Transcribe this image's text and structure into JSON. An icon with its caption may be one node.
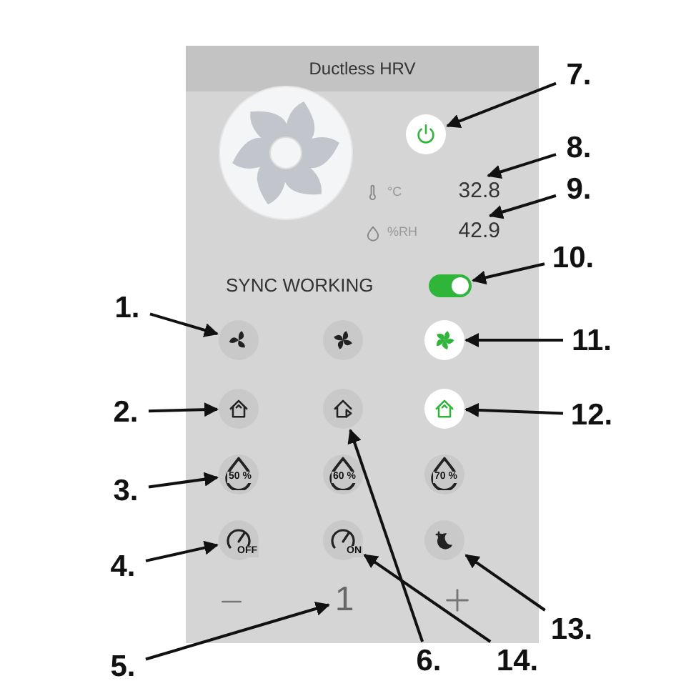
{
  "diagram": {
    "nodes": [
      {
        "text": [
          "Ductless HRV"
        ]
      },
      {
        "text": [],
        "shape": "picture",
        "in": 0
      },
      {
        "text": [],
        "shape": "circle",
        "in": 0
      },
      {
        "text": [
          "°C",
          "32.8"
        ],
        "in": 0
      },
      {
        "text": [
          "%RH",
          "42.9"
        ],
        "in": 0
      },
      {
        "text": [],
        "shape": "toggle",
        "in": 0
      },
      {
        "text": [],
        "shape": "circle",
        "in": 0
      },
      {
        "text": [],
        "shape": "circle",
        "in": 0
      },
      {
        "text": [],
        "shape": "circle",
        "in": 0
      },
      {
        "text": [],
        "shape": "circle",
        "in": 0
      },
      {
        "text": [],
        "shape": "circle",
        "in": 0
      },
      {
        "text": [],
        "shape": "circle",
        "in": 0
      },
      {
        "text": [
          "50 %"
        ],
        "in": 0
      },
      {
        "text": [
          "60 %"
        ],
        "in": 0
      },
      {
        "text": [
          "70 %"
        ],
        "in": 0
      },
      {
        "text": [
          "OFF"
        ],
        "in": 0
      },
      {
        "text": [
          "ON"
        ],
        "in": 0
      },
      {
        "text": [],
        "shape": "circle",
        "in": 0
      },
      {
        "text": [
          "1"
        ],
        "in": 0
      },
      {
        "text": [
          "1."
        ]
      },
      {
        "text": [
          "2."
        ]
      },
      {
        "text": [
          "3."
        ]
      },
      {
        "text": [
          "4."
        ]
      },
      {
        "text": [
          "5."
        ]
      },
      {
        "text": [
          "6."
        ]
      },
      {
        "text": [
          "7."
        ]
      },
      {
        "text": [
          "8."
        ]
      },
      {
        "text": [
          "9."
        ]
      },
      {
        "text": [
          "10."
        ]
      },
      {
        "text": [
          "11."
        ]
      },
      {
        "text": [
          "12."
        ]
      },
      {
        "text": [
          "13."
        ]
      },
      {
        "text": [
          "14."
        ]
      }
    ],
    "edges": [
      {
        "from": 19,
        "to": 6,
        "arrow": "to"
      },
      {
        "from": 20,
        "to": 9,
        "arrow": "to"
      },
      {
        "from": 21,
        "to": 12,
        "arrow": "to"
      },
      {
        "from": 22,
        "to": 15,
        "arrow": "to"
      },
      {
        "from": 23,
        "to": 18,
        "arrow": "to"
      },
      {
        "from": 24,
        "to": 10,
        "arrow": "to"
      },
      {
        "from": 25,
        "to": 2,
        "arrow": "to"
      },
      {
        "from": 26,
        "to": 3,
        "arrow": "to"
      },
      {
        "from": 27,
        "to": 4,
        "arrow": "to"
      },
      {
        "from": 28,
        "to": 5,
        "arrow": "to"
      },
      {
        "from": 29,
        "to": 8,
        "arrow": "to"
      },
      {
        "from": 30,
        "to": 11,
        "arrow": "to"
      },
      {
        "from": 31,
        "to": 17,
        "arrow": "to"
      },
      {
        "from": 32,
        "to": 16,
        "arrow": "to"
      }
    ],
    "labels": [
      "SYNC WORKING"
    ]
  }
}
